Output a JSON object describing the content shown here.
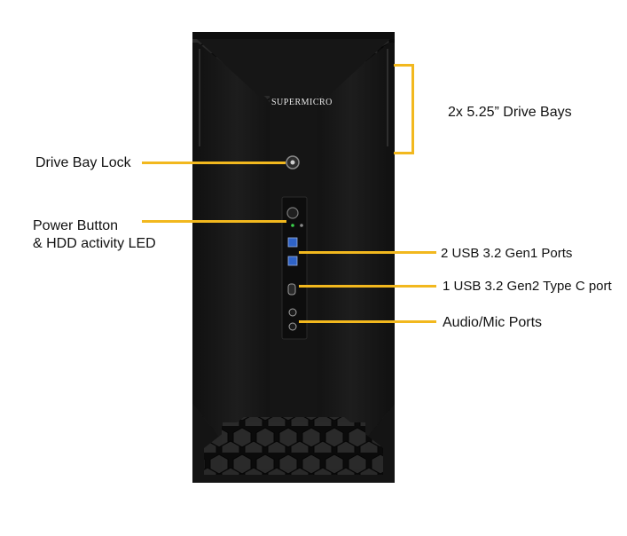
{
  "brand_logo": "SUPERMICRO",
  "callouts": {
    "drive_bays": "2x 5.25” Drive Bays",
    "drive_bay_lock": "Drive Bay Lock",
    "power_button_line1": "Power Button",
    "power_button_line2": "& HDD activity LED",
    "usb_gen1": "2 USB 3.2 Gen1 Ports",
    "usb_gen2": "1 USB 3.2 Gen2 Type C port",
    "audio": "Audio/Mic Ports"
  },
  "colors": {
    "callout_line": "#f2b81e",
    "chassis": "#141414",
    "usb_port": "#2f63c7"
  }
}
